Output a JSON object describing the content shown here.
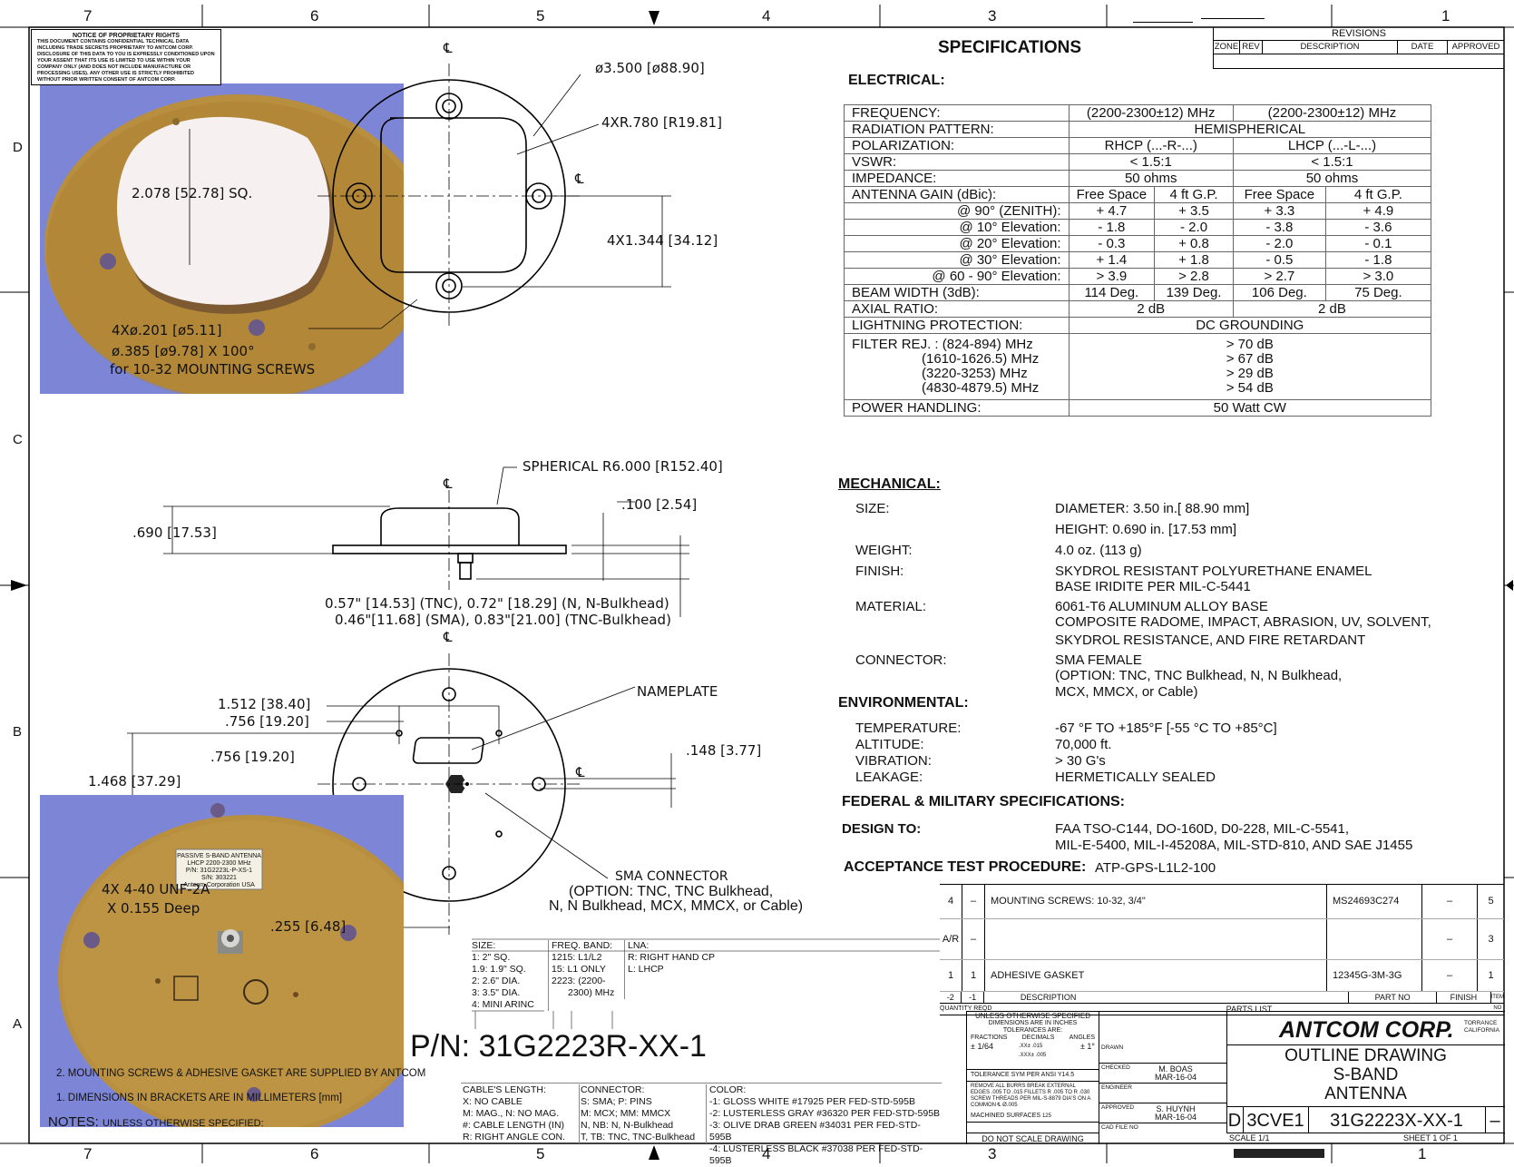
{
  "border": {
    "columns": [
      "7",
      "6",
      "5",
      "4",
      "3",
      "1"
    ],
    "rows": [
      "D",
      "C",
      "B",
      "A"
    ]
  },
  "notice": {
    "title": "NOTICE OF PROPRIETARY RIGHTS",
    "body": "THIS DOCUMENT CONTAINS CONFIDENTIAL TECHNICAL DATA INCLUDING TRADE SECRETS PROPRIETARY TO ANTCOM CORP. DISCLOSURE OF THIS DATA TO YOU IS EXPRESSLY CONDITIONED UPON YOUR ASSENT THAT ITS USE IS LIMITED TO USE WITHIN YOUR COMPANY ONLY (AND DOES NOT INCLUDE MANUFACTURE OR PROCESSING USES). ANY OTHER USE IS STRICTLY PROHIBITED WITHOUT PRIOR WRITTEN CONSENT OF ANTCOM CORP."
  },
  "top_view": {
    "cl": "℄",
    "dia": "ø3.500 [ø88.90]",
    "radius": "4XR.780 [R19.81]",
    "sq": "2.078 [52.78] SQ.",
    "pitch": "4X1.344 [34.12]",
    "holes": "4Xø.201 [ø5.11]",
    "csk": "ø.385 [ø9.78] X 100°",
    "screws": "for 10-32 MOUNTING SCREWS"
  },
  "side_view": {
    "spherical": "SPHERICAL R6.000 [R152.40]",
    "height": ".690 [17.53]",
    "flange": ".100 [2.54]",
    "conn1": "0.57\" [14.53] (TNC), 0.72\" [18.29] (N, N-Bulkhead)",
    "conn2": "0.46\"[11.68] (SMA), 0.83\"[21.00] (TNC-Bulkhead)"
  },
  "bottom_view": {
    "d1": "1.512 [38.40]",
    "d2": ".756 [19.20]",
    "d3": ".756 [19.20]",
    "d4": "1.468 [37.29]",
    "d5": ".148 [3.77]",
    "d6": ".255 [6.48]",
    "nameplate": "NAMEPLATE",
    "tap1": "4X 4-40 UNF-2A",
    "tap2": "X 0.155 Deep",
    "sma1": "SMA CONNECTOR",
    "sma2": "(OPTION: TNC, TNC Bulkhead,",
    "sma3": "N, N Bulkhead, MCX, MMCX, or Cable)"
  },
  "specs": {
    "title": "SPECIFICATIONS",
    "electrical": "ELECTRICAL:",
    "rows": [
      [
        "FREQUENCY:",
        "(2200-2300±12) MHz",
        "(2200-2300±12) MHz"
      ],
      [
        "RADIATION PATTERN:",
        "HEMISPHERICAL"
      ],
      [
        "POLARIZATION:",
        "RHCP (...-R-...)",
        "LHCP (...-L-...)"
      ],
      [
        "VSWR:",
        "< 1.5:1",
        "< 1.5:1"
      ],
      [
        "IMPEDANCE:",
        "50 ohms",
        "50 ohms"
      ]
    ],
    "gain_label": "ANTENNA GAIN (dBic):",
    "gain_heads": [
      "Free Space",
      "4 ft G.P.",
      "Free Space",
      "4 ft G.P."
    ],
    "gain_rows": [
      [
        "@ 90° (ZENITH):",
        "+ 4.7",
        "+ 3.5",
        "+ 3.3",
        "+ 4.9"
      ],
      [
        "@ 10° Elevation:",
        "- 1.8",
        "- 2.0",
        "- 3.8",
        "- 3.6"
      ],
      [
        "@ 20° Elevation:",
        "- 0.3",
        "+ 0.8",
        "- 2.0",
        "- 0.1"
      ],
      [
        "@ 30° Elevation:",
        "+ 1.4",
        "+ 1.8",
        "- 0.5",
        "- 1.8"
      ],
      [
        "@ 60 - 90° Elevation:",
        "> 3.9",
        "> 2.8",
        "> 2.7",
        "> 3.0"
      ]
    ],
    "beam": [
      "BEAM WIDTH (3dB):",
      "114 Deg.",
      "139 Deg.",
      "106 Deg.",
      "75 Deg."
    ],
    "axial": [
      "AXIAL RATIO:",
      "2 dB",
      "2 dB"
    ],
    "lightning": [
      "LIGHTNING PROTECTION:",
      "DC GROUNDING"
    ],
    "filter_labels": [
      "FILTER REJ. : (824-894) MHz",
      "(1610-1626.5) MHz",
      "(3220-3253) MHz",
      "(4830-4879.5) MHz"
    ],
    "filter_values": [
      "> 70 dB",
      "> 67 dB",
      "> 29 dB",
      "> 54 dB"
    ],
    "power": [
      "POWER HANDLING:",
      "50 Watt CW"
    ],
    "mechanical": "MECHANICAL:",
    "mech": [
      [
        "SIZE:",
        "DIAMETER: 3.50 in.[ 88.90 mm]"
      ],
      [
        "",
        "HEIGHT: 0.690 in. [17.53 mm]"
      ],
      [
        "WEIGHT:",
        "4.0 oz. (113 g)"
      ],
      [
        "FINISH:",
        "SKYDROL RESISTANT POLYURETHANE ENAMEL"
      ],
      [
        "",
        "BASE IRIDITE PER MIL-C-5441"
      ],
      [
        "MATERIAL:",
        "6061-T6 ALUMINUM ALLOY BASE"
      ],
      [
        "",
        "COMPOSITE  RADOME, IMPACT, ABRASION, UV, SOLVENT,"
      ],
      [
        "",
        "SKYDROL RESISTANCE, AND FIRE RETARDANT"
      ],
      [
        "CONNECTOR:",
        "SMA FEMALE"
      ],
      [
        "",
        "(OPTION: TNC, TNC Bulkhead, N, N Bulkhead,"
      ],
      [
        "",
        "MCX, MMCX, or Cable)"
      ]
    ],
    "environmental": "ENVIRONMENTAL:",
    "env": [
      [
        "TEMPERATURE:",
        "-67 °F TO +185°F [-55 °C TO +85°C]"
      ],
      [
        "ALTITUDE:",
        "70,000 ft."
      ],
      [
        "VIBRATION:",
        "> 30 G's"
      ],
      [
        "LEAKAGE:",
        "HERMETICALLY   SEALED"
      ]
    ],
    "fed": "FEDERAL & MILITARY SPECIFICATIONS:",
    "design_to": "DESIGN TO:",
    "design1": "FAA TSO-C144, DO-160D, D0-228, MIL-C-5541,",
    "design2": "MIL-E-5400, MIL-I-45208A, MIL-STD-810, AND SAE J1455",
    "atp_label": "ACCEPTANCE TEST PROCEDURE:",
    "atp": "ATP-GPS-L1L2-100"
  },
  "revisions": {
    "title": "REVISIONS",
    "heads": [
      "ZONE",
      "REV",
      "DESCRIPTION",
      "DATE",
      "APPROVED"
    ]
  },
  "parts": {
    "rows": [
      [
        "4",
        "–",
        "MOUNTING SCREWS: 10-32, 3/4\"",
        "MS24693C274",
        "–",
        "5"
      ],
      [
        "A/R",
        "–",
        "",
        "",
        "–",
        "3"
      ],
      [
        "1",
        "1",
        "ADHESIVE GASKET",
        "12345G-3M-3G",
        "–",
        "1"
      ]
    ],
    "head": [
      "-2",
      "-1",
      "DESCRIPTION",
      "PART NO",
      "FINISH",
      "ITEM NO"
    ],
    "qty": "QUANTITY REQD",
    "title": "PARTS LIST"
  },
  "options": {
    "size_head": "SIZE:",
    "size": [
      "1: 2\" SQ.",
      "1.9: 1.9\" SQ.",
      "2: 2.6\" DIA.",
      "3: 3.5\" DIA.",
      "4: MINI ARINC"
    ],
    "freq_head": "FREQ. BAND:",
    "freq": [
      "1215: L1/L2",
      "15: L1 ONLY",
      "2223: (2200-",
      "2300) MHz"
    ],
    "lna_head": "LNA:",
    "lna": [
      "R: RIGHT HAND CP",
      "L: LHCP"
    ],
    "pn": "P/N: 31G2223R-XX-1",
    "cable_head": "CABLE'S LENGTH:",
    "cable": [
      "X: NO CABLE",
      "M: MAG., N: NO MAG.",
      "#: CABLE LENGTH (IN)",
      "R: RIGHT ANGLE CON."
    ],
    "conn_head": "CONNECTOR:",
    "conn": [
      "S: SMA; P: PINS",
      "M: MCX; MM: MMCX",
      "N, NB: N, N-Bulkhead",
      "T, TB: TNC, TNC-Bulkhead"
    ],
    "color_head": "COLOR:",
    "color": [
      "-1: GLOSS WHITE #17925 PER FED-STD-595B",
      "-2: LUSTERLESS GRAY #36320 PER FED-STD-595B",
      "-3: OLIVE DRAB GREEN #34031 PER FED-STD-595B",
      "-4: LUSTERLESS BLACK #37038 PER FED-STD-595B"
    ]
  },
  "notes": {
    "n2": "2.    MOUNTING SCREWS & ADHESIVE GASKET ARE SUPPLIED BY ANTCOM",
    "n1": "1.    DIMENSIONS IN BRACKETS ARE IN MILLIMETERS [mm]",
    "title": "NOTES:",
    "sub": "UNLESS OTHERWISE SPECIFIED:"
  },
  "label_photo": [
    "PASSIVE S-BAND ANTENNA",
    "LHCP 2200-2300 MHz",
    "P/N: 31G2223L-P-XS-1",
    "S/N: 303221",
    "Antcom Corporation  USA"
  ],
  "title_block": {
    "tol1": "UNLESS OTHERWISE SPECIFIED",
    "tol2": "DIMENSIONS ARE IN INCHES",
    "tol3": "TOLERANCES ARE:",
    "fractions": "FRACTIONS",
    "decimals": "DECIMALS",
    "angles": "ANGLES",
    "frac_val": "± 1/64",
    "dec_val": ".XX± .015  .XXX± .005",
    "ang_val": "± 1°",
    "tol_sym": "TOLERANCE SYM PER ANSI Y14.5",
    "burrs": "REMOVE ALL BURRS BREAK EXTERNAL EDGES .005 TO .015 FILLETS R .005 TO R .030 SCREW THREADS PER MIL-S-8879 DIA'S ON A COMMON ℄ Ø.005",
    "machined": "MACHINED SURFACES",
    "finish_val": "125",
    "drawn": "DRAWN",
    "checked": "CHECKED",
    "checked_by": "M. BOAS",
    "checked_date": "MAR-16-04",
    "engineer": "ENGINEER",
    "approved": "APPROVED",
    "approved_by": "S. HUYNH",
    "approved_date": "MAR-16-04",
    "cad": "CAD FILE NO",
    "noscale": "DO NOT SCALE DRAWING",
    "company": "ANTCOM CORP.",
    "city1": "TORRANCE",
    "city2": "CALIFORNIA",
    "title1": "OUTLINE DRAWING",
    "title2": "S-BAND",
    "title3": "ANTENNA",
    "size": "D",
    "cage": "3CVE1",
    "dwg": "31G2223X-XX-1",
    "rev": "–",
    "scale": "SCALE 1/1",
    "sheet": "SHEET   1   OF   1"
  },
  "colors": {
    "photo_bg": "#7d86d6",
    "base": "#b88f3e",
    "radome": "#f6f0f0"
  }
}
